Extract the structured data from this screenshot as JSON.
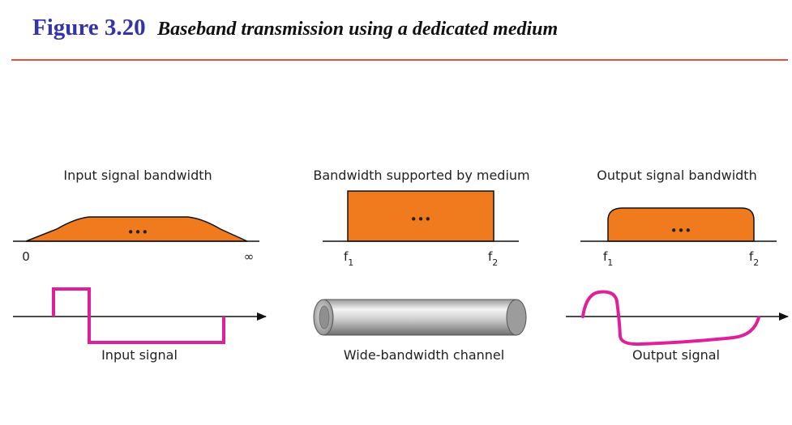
{
  "figure": {
    "number": "Figure 3.20",
    "caption": "Baseband transmission using a dedicated medium"
  },
  "colors": {
    "accent_rule": "#e8503a",
    "figure_number": "#3333aa",
    "band_fill": "#f07a1e",
    "signal": "#e0209a"
  },
  "panels": {
    "input": {
      "bandwidth_label": "Input signal bandwidth",
      "tick_left": "0",
      "tick_right": "∞",
      "ellipsis": "•••",
      "signal_label": "Input signal"
    },
    "medium": {
      "bandwidth_label": "Bandwidth supported by medium",
      "tick_left_base": "f",
      "tick_left_sub": "1",
      "tick_right_base": "f",
      "tick_right_sub": "2",
      "ellipsis": "•••",
      "channel_label": "Wide-bandwidth channel"
    },
    "output": {
      "bandwidth_label": "Output signal bandwidth",
      "tick_left_base": "f",
      "tick_left_sub": "1",
      "tick_right_base": "f",
      "tick_right_sub": "2",
      "ellipsis": "•••",
      "signal_label": "Output signal"
    }
  }
}
